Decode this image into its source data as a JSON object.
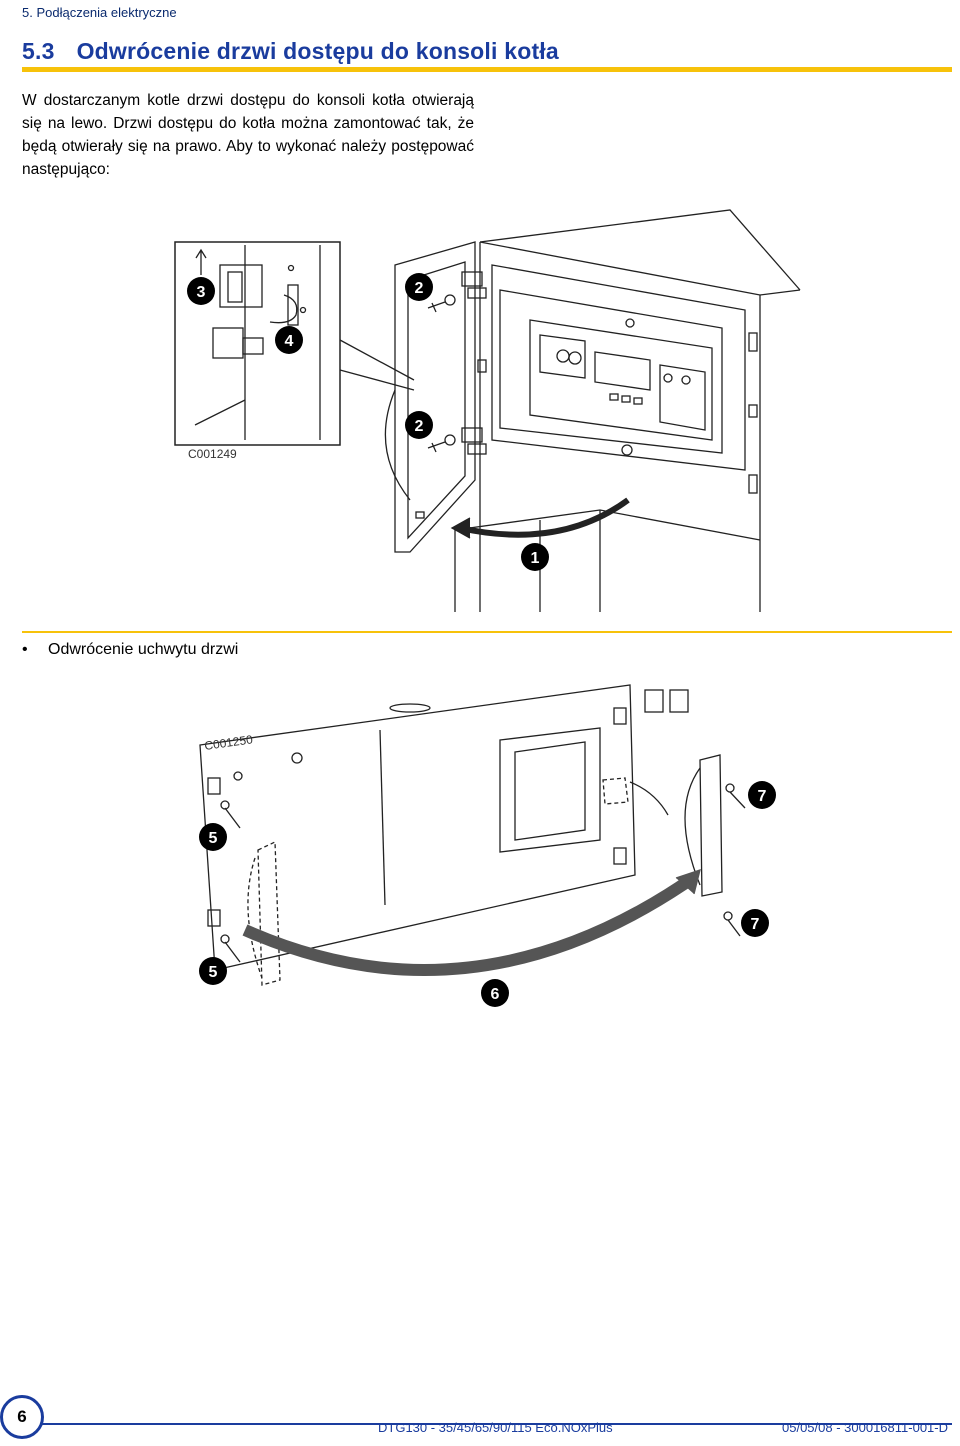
{
  "header": {
    "chapter": "5.  Podłączenia elektryczne"
  },
  "section": {
    "number": "5.3",
    "title": "Odwrócenie drzwi dostępu do konsoli kotła"
  },
  "intro": "W dostarczanym kotle drzwi dostępu do konsoli kotła otwierają się na lewo. Drzwi dostępu do kotła można zamontować tak, że będą otwierały się na prawo. Aby to wykonać należy postępować następująco:",
  "figure1": {
    "code": "C001249",
    "callouts": [
      "1",
      "2",
      "2",
      "3",
      "4"
    ]
  },
  "bullet": {
    "marker": "•",
    "text": "Odwrócenie uchwytu drzwi"
  },
  "figure2": {
    "code": "C001250",
    "callouts": [
      "5",
      "5",
      "6",
      "7",
      "7"
    ]
  },
  "footer": {
    "page": "6",
    "document": "DTG130 - 35/45/65/90/115 Eco.NOxPlus",
    "code": "05/05/08 - 300016811-001-D"
  },
  "colors": {
    "accent_blue": "#1a3c9e",
    "rule_yellow": "#f7c20a",
    "header_blue": "#0a2a6e"
  }
}
